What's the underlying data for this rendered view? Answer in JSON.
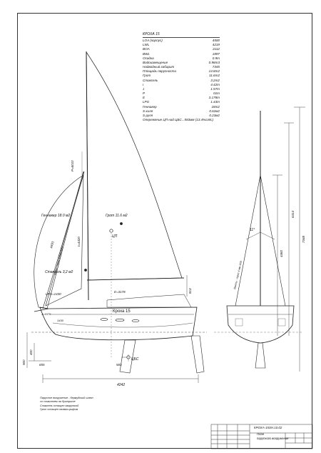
{
  "spec": {
    "title": "КРОХА 15",
    "rows": [
      {
        "label": "LOA (корпус)",
        "value": "4500"
      },
      {
        "label": "LWL",
        "value": "4219"
      },
      {
        "label": "BOA",
        "value": "2112"
      },
      {
        "label": "BWL",
        "value": "1897"
      },
      {
        "label": "Осадка",
        "value": "0.9m"
      },
      {
        "label": "Водоизмещение",
        "value": "0.98m3"
      },
      {
        "label": "Надводный габарит",
        "value": "7345"
      },
      {
        "label": "Площадь парусности",
        "value": "14.8m2"
      },
      {
        "label": "Грот",
        "value": "11.6m2"
      },
      {
        "label": "Стаксель",
        "value": "3.2m2"
      },
      {
        "label": "I",
        "value": "4.42m"
      },
      {
        "label": "J",
        "value": "1.57m"
      },
      {
        "label": "P",
        "value": "01m"
      },
      {
        "label": "E",
        "value": "3.178m"
      },
      {
        "label": "LPG",
        "value": "1.43m"
      },
      {
        "label": "Геннакер",
        "value": "18m2"
      },
      {
        "label": "S киля",
        "value": "0.62м2"
      },
      {
        "label": "S руля",
        "value": "0.23м2"
      }
    ],
    "footer": "Опережение ЦП над ЦБС...583мм (13.4%LWL)"
  },
  "labels": {
    "gennaker": "Геннакер 18.0 м2",
    "mainsail": "Грот 11.6 м2",
    "jib": "Стаксель 3,2 м2",
    "cp": "ЦП",
    "clr": "ЦБС",
    "boat_name": "Кроха 15",
    "mast_p": "P=6010",
    "mast_i": "I=4420",
    "lpg": "LPG=1430",
    "e_dim": "E=3178",
    "luff": "4493",
    "forestay": "Штаг - трос 4.5мм AISI",
    "shrouds": "Ванты - трос 4 мм AISI",
    "angle": "11°",
    "j_dim": "J=1570",
    "dim_813": "813",
    "dim_6414": "6414",
    "dim_7348": "7348",
    "dim_4460": "4460",
    "dim_4242": "4242",
    "dim_655": "655",
    "dim_583": "583",
    "dim_900": "900",
    "dim_400": "400",
    "dim_1430": "1430"
  },
  "notes": [
    "Парусное вооружение - бермудский шлюп",
    "со стакселем на бушприте",
    "Стаксель оснащен закруткой",
    "Грот оснащен лазами-рифом"
  ],
  "stamp": {
    "code": "КРОХА-15SH.10.02",
    "name1": "План",
    "name2": "парусного вооружения"
  }
}
